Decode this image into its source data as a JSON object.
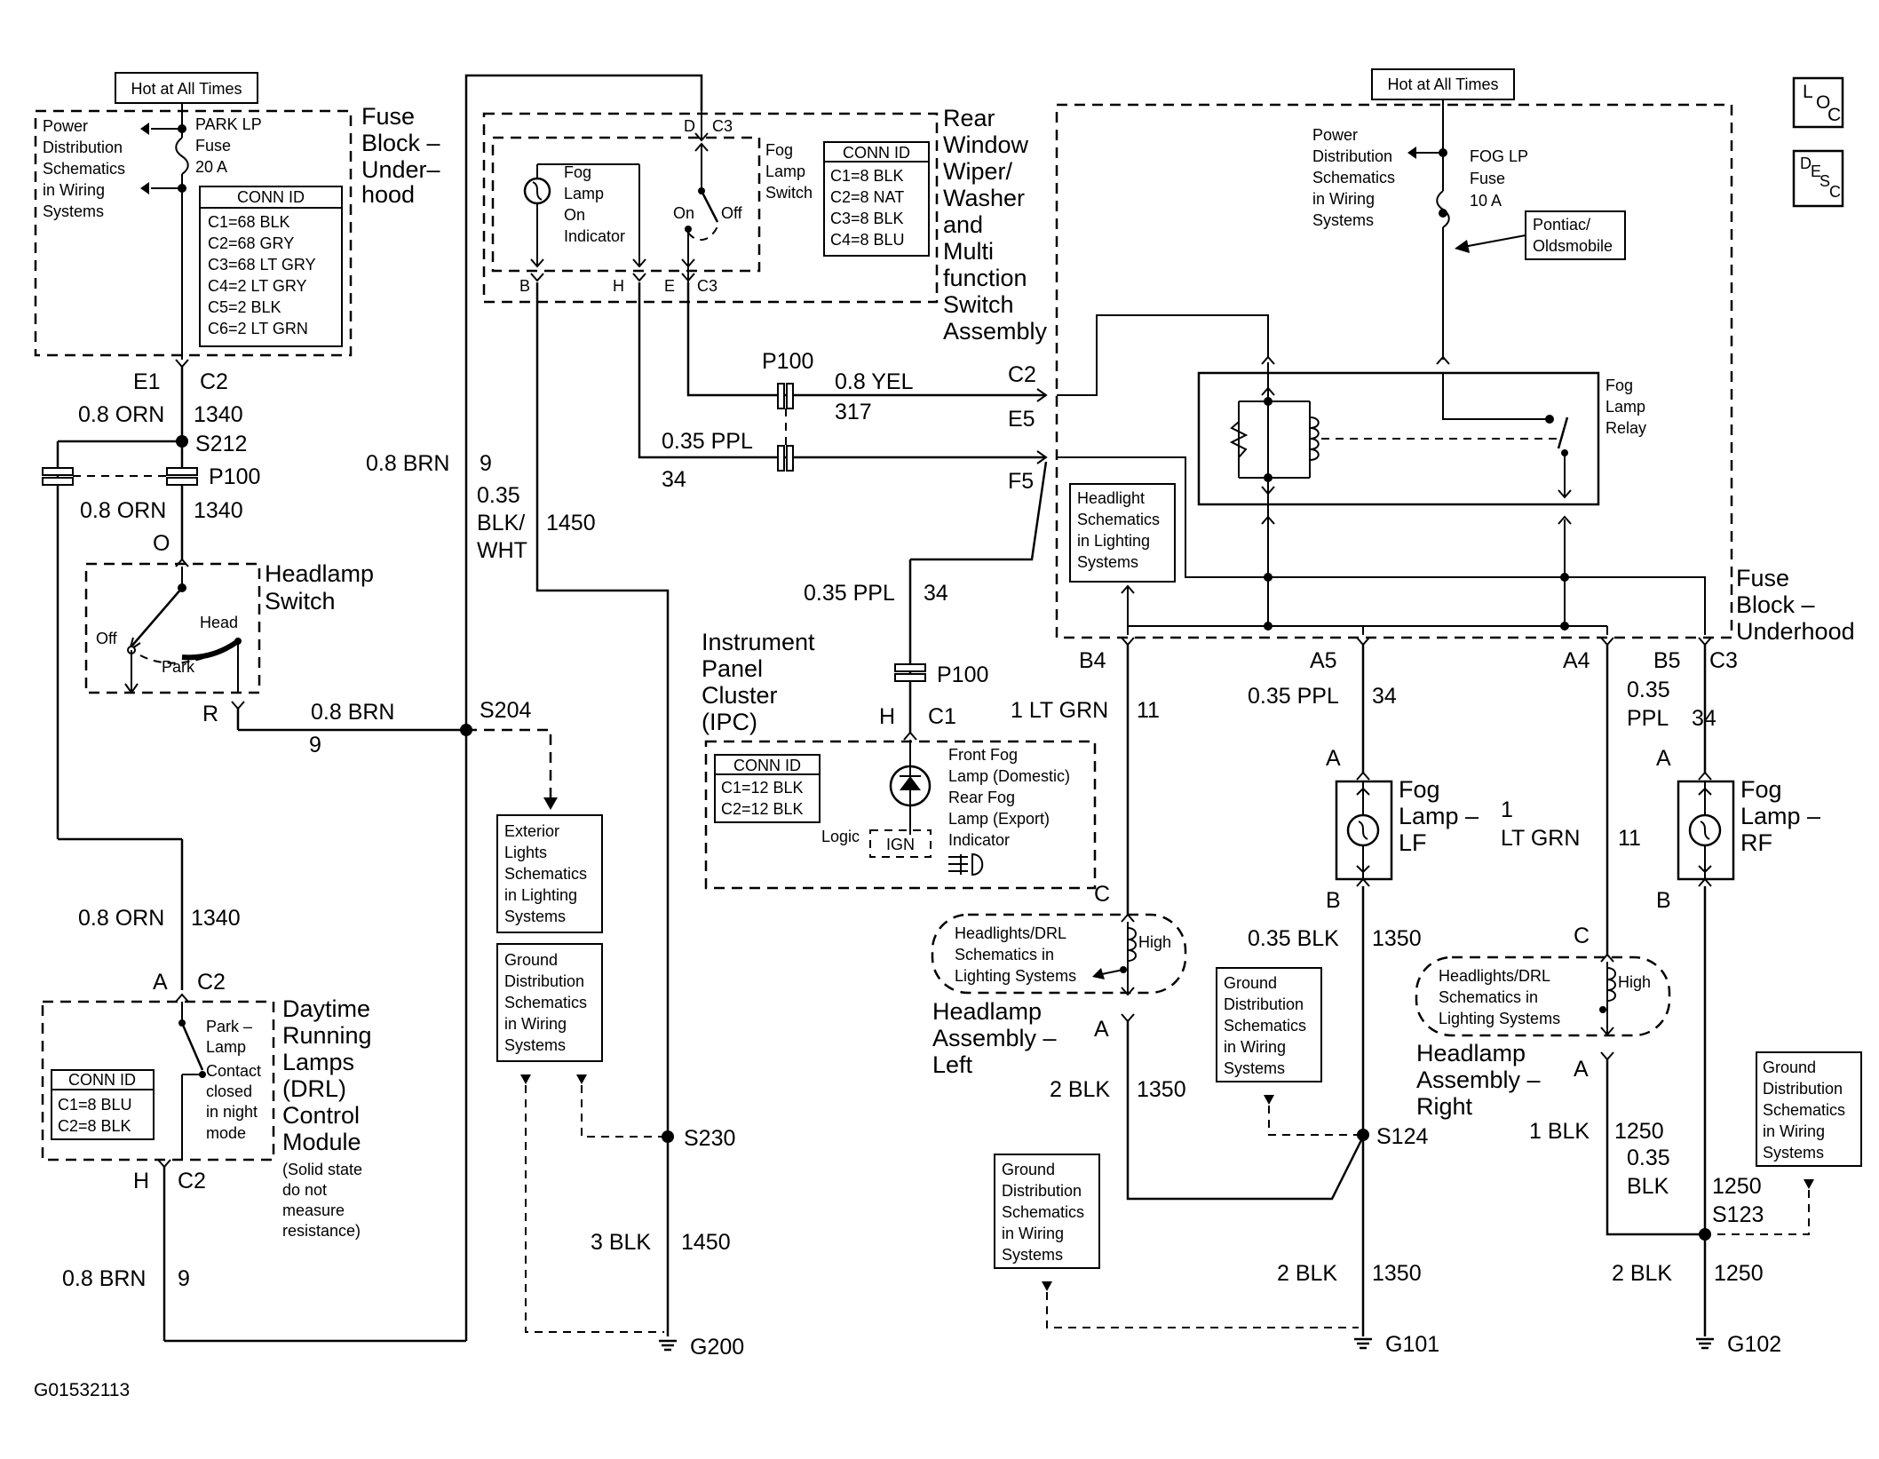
{
  "diagram_id": "G01532113",
  "loc_icon": {
    "L": "L",
    "O": "O",
    "C": "C"
  },
  "desc_icon": {
    "D": "D",
    "E": "E",
    "S": "S",
    "C": "C"
  },
  "hot_left": "Hot at All Times",
  "hot_right": "Hot at All Times",
  "fuse_left": {
    "power_dist": [
      "Power",
      "Distribution",
      "Schematics",
      "in Wiring",
      "Systems"
    ],
    "fuse_label": [
      "PARK LP",
      "Fuse",
      "20 A"
    ],
    "conn_title": "CONN ID",
    "conn_rows": [
      "C1=68 BLK",
      "C2=68 GRY",
      "C3=68 LT GRY",
      "C4=2 LT GRY",
      "C5=2 BLK",
      "C6=2 LT GRN"
    ],
    "title": [
      "Fuse",
      "Block –",
      "Under–",
      "hood"
    ]
  },
  "left_chain": {
    "e1": "E1",
    "c2": "C2",
    "wire1_color": "0.8 ORN",
    "wire1_circuit": "1340",
    "splice": "S212",
    "p100": "P100",
    "wire2_color": "0.8 ORN",
    "wire2_circuit": "1340",
    "pin_o": "O",
    "headlamp_switch": [
      "Headlamp",
      "Switch"
    ],
    "off": "Off",
    "head": "Head",
    "park": "Park",
    "pin_r": "R",
    "brn_color": "0.8 BRN",
    "brn_circuit": "9",
    "s204": "S204",
    "wire3_color": "0.8 ORN",
    "wire3_circuit": "1340",
    "pin_a": "A",
    "c2b": "C2",
    "drl_title": [
      "Daytime",
      "Running",
      "Lamps",
      "(DRL)",
      "Control",
      "Module"
    ],
    "drl_note": [
      "(Solid state",
      "do not",
      "measure",
      "resistance)"
    ],
    "drl_conn_title": "CONN ID",
    "drl_conn_rows": [
      "C1=8 BLU",
      "C2=8 BLK"
    ],
    "park_lamp": [
      "Park –",
      "Lamp"
    ],
    "contact": [
      "Contact",
      "closed",
      "in night",
      "mode"
    ],
    "pin_h": "H",
    "c2c": "C2",
    "brn2_color": "0.8 BRN",
    "brn2_circuit": "9"
  },
  "center": {
    "brn_color": "0.8 BRN",
    "brn_circuit": "9",
    "bw_size": "0.35",
    "bw_color1": "BLK/",
    "bw_color2": "WHT",
    "bw_circuit": "1450",
    "ext_lights": [
      "Exterior",
      "Lights",
      "Schematics",
      "in Lighting",
      "Systems"
    ],
    "ground_dist": [
      "Ground",
      "Distribution",
      "Schematics",
      "in Wiring",
      "Systems"
    ],
    "s230": "S230",
    "blk_color": "3 BLK",
    "blk_circuit": "1450",
    "g200": "G200"
  },
  "mfs": {
    "pin_d": "D",
    "c3": "C3",
    "fog_indicator": [
      "Fog",
      "Lamp",
      "On",
      "Indicator"
    ],
    "fog_switch": [
      "Fog",
      "Lamp",
      "Switch"
    ],
    "on": "On",
    "off": "Off",
    "conn_title": "CONN ID",
    "conn_rows": [
      "C1=8 BLK",
      "C2=8 NAT",
      "C3=8 BLK",
      "C4=8 BLU"
    ],
    "title": [
      "Rear",
      "Window",
      "Wiper/",
      "Washer",
      "and",
      "Multi",
      "function",
      "Switch",
      "Assembly"
    ],
    "pin_b": "B",
    "pin_h": "H",
    "pin_e": "E",
    "c3b": "C3",
    "p100": "P100",
    "yel_color": "0.8 YEL",
    "yel_circuit": "317",
    "ppl_color": "0.35 PPL",
    "ppl_circuit": "34",
    "c2": "C2",
    "e5": "E5",
    "f5": "F5"
  },
  "ipc": {
    "ppl_color": "0.35 PPL",
    "ppl_circuit": "34",
    "p100": "P100",
    "title": [
      "Instrument",
      "Panel",
      "Cluster",
      "(IPC)"
    ],
    "pin_h": "H",
    "c1": "C1",
    "conn_title": "CONN ID",
    "conn_rows": [
      "C1=12 BLK",
      "C2=12 BLK"
    ],
    "indicator": [
      "Front Fog",
      "Lamp (Domestic)",
      "Rear Fog",
      "Lamp (Export)",
      "Indicator"
    ],
    "logic": "Logic",
    "ign": "IGN"
  },
  "fuse_right": {
    "power_dist": [
      "Power",
      "Distribution",
      "Schematics",
      "in Wiring",
      "Systems"
    ],
    "fuse_label": [
      "FOG LP",
      "Fuse",
      "10 A"
    ],
    "pontiac": [
      "Pontiac/",
      "Oldsmobile"
    ],
    "relay": [
      "Fog",
      "Lamp",
      "Relay"
    ],
    "headlight_schem": [
      "Headlight",
      "Schematics",
      "in Lighting",
      "Systems"
    ],
    "title": [
      "Fuse",
      "Block –",
      "Underhood"
    ],
    "pins": [
      "B4",
      "A5",
      "A4",
      "B5",
      "C3"
    ]
  },
  "right_left": {
    "grn_color": "1 LT GRN",
    "grn_circuit": "11",
    "ppl_color": "0.35 PPL",
    "ppl_circuit": "34",
    "pin_a": "A",
    "fog_lf": [
      "Fog",
      "Lamp –",
      "LF"
    ],
    "pin_b": "B",
    "pin_c": "C",
    "hl_schem": [
      "Headlights/DRL",
      "Schematics in",
      "Lighting Systems"
    ],
    "high": "High",
    "hl_assembly": [
      "Headlamp",
      "Assembly –",
      "Left"
    ],
    "pin_a2": "A",
    "blk_color": "0.35 BLK",
    "blk_circuit": "1350",
    "ground_dist1": [
      "Ground",
      "Distribution",
      "Schematics",
      "in Wiring",
      "Systems"
    ],
    "blk2_color": "2 BLK",
    "blk2_circuit": "1350",
    "s124": "S124",
    "ground_dist2": [
      "Ground",
      "Distribution",
      "Schematics",
      "in Wiring",
      "Systems"
    ],
    "blk3_color": "2 BLK",
    "blk3_circuit": "1350",
    "g101": "G101"
  },
  "right_right": {
    "grn_size": "1",
    "grn_color": "LT GRN",
    "grn_circuit": "11",
    "ppl_size": "0.35",
    "ppl_color": "PPL",
    "ppl_circuit": "34",
    "pin_a": "A",
    "fog_rf": [
      "Fog",
      "Lamp –",
      "RF"
    ],
    "pin_b": "B",
    "pin_c": "C",
    "hl_schem": [
      "Headlights/DRL",
      "Schematics in",
      "Lighting Systems"
    ],
    "high": "High",
    "hl_assembly": [
      "Headlamp",
      "Assembly –",
      "Right"
    ],
    "pin_a2": "A",
    "blk_color": "1 BLK",
    "blk_circuit": "1250",
    "blk35_size": "0.35",
    "blk35_color": "BLK",
    "blk35_circuit": "1250",
    "s123": "S123",
    "ground_dist": [
      "Ground",
      "Distribution",
      "Schematics",
      "in Wiring",
      "Systems"
    ],
    "blk2_color": "2 BLK",
    "blk2_circuit": "1250",
    "g102": "G102"
  }
}
